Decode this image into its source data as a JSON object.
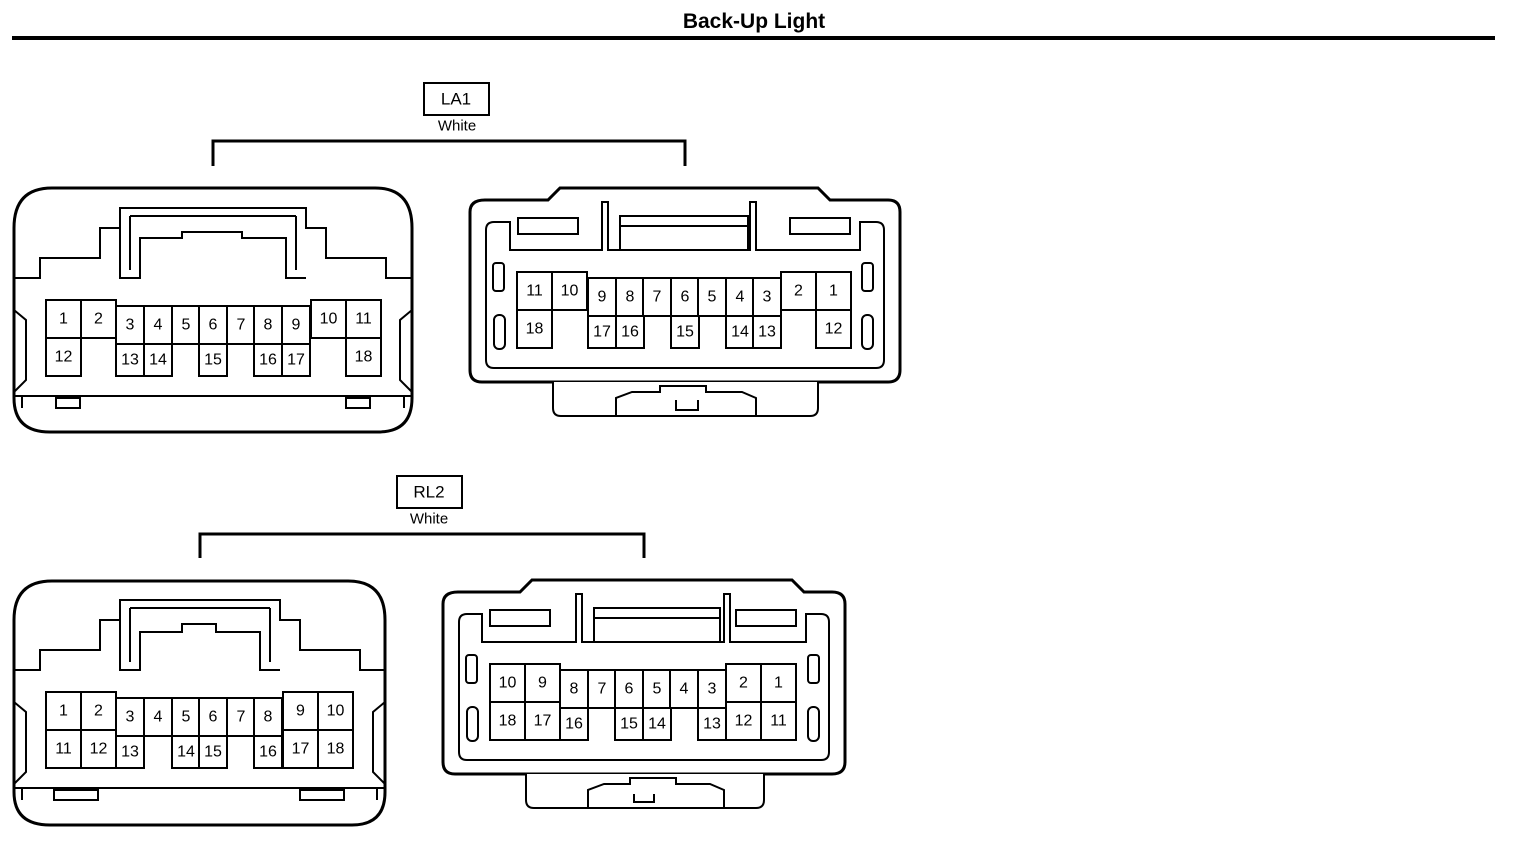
{
  "title": "Back-Up Light",
  "connectors": [
    {
      "code": "LA1",
      "color": "White",
      "female_pins": {
        "top": [
          "1",
          "2",
          "3",
          "4",
          "5",
          "6",
          "7",
          "8",
          "9",
          "10",
          "11"
        ],
        "bottom": [
          "12",
          "13",
          "14",
          "15",
          "16",
          "17",
          "18"
        ]
      },
      "male_pins": {
        "top": [
          "11",
          "10",
          "9",
          "8",
          "7",
          "6",
          "5",
          "4",
          "3",
          "2",
          "1"
        ],
        "bottom": [
          "18",
          "17",
          "16",
          "15",
          "14",
          "13",
          "12"
        ]
      }
    },
    {
      "code": "RL2",
      "color": "White",
      "female_pins": {
        "top": [
          "1",
          "2",
          "3",
          "4",
          "5",
          "6",
          "7",
          "8",
          "9",
          "10"
        ],
        "bottom": [
          "11",
          "12",
          "13",
          "14",
          "15",
          "16",
          "17",
          "18"
        ]
      },
      "male_pins": {
        "top": [
          "10",
          "9",
          "8",
          "7",
          "6",
          "5",
          "4",
          "3",
          "2",
          "1"
        ],
        "bottom": [
          "18",
          "17",
          "16",
          "15",
          "14",
          "13",
          "12",
          "11"
        ]
      }
    }
  ]
}
